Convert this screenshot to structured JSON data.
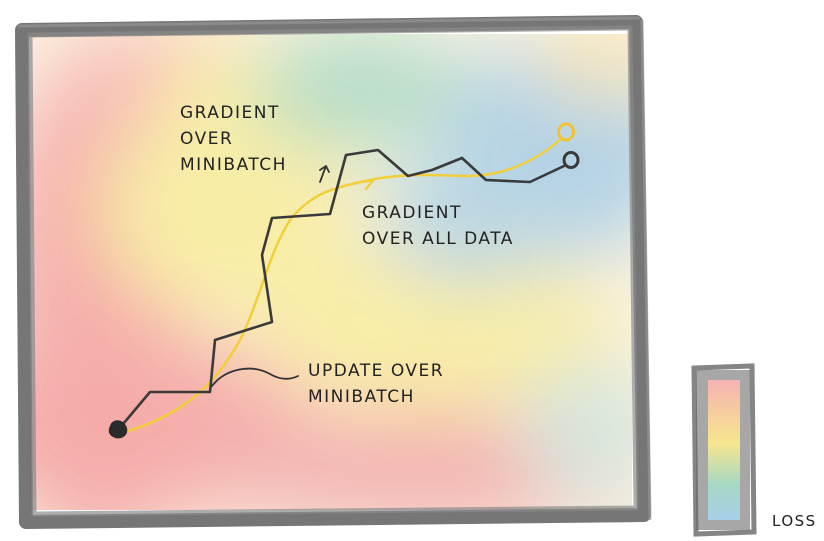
{
  "annotations": {
    "gradient_minibatch": [
      "Gradient",
      "over",
      "minibatch"
    ],
    "gradient_all_data": [
      "Gradient",
      "over all data"
    ],
    "update_minibatch": [
      "Update over",
      "minibatch"
    ]
  },
  "legend": {
    "label": "Loss",
    "scale": "high (red) to low (blue)"
  },
  "colors": {
    "high_loss": "#f4a7a7",
    "mid_loss": "#f7ec9a",
    "mid_low_loss": "#a8d9c4",
    "low_loss": "#a9cde6",
    "minibatch_path": "#3a3a3a",
    "full_gradient_path": "#f2cf3a",
    "frame": "#6e6e6e"
  },
  "icons": {
    "start_point": "filled-dot",
    "minibatch_end": "open-circle-dark",
    "full_gradient_end": "open-circle-yellow"
  }
}
